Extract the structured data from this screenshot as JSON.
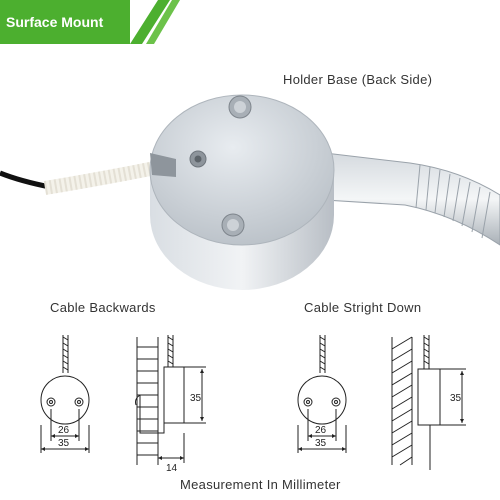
{
  "banner": {
    "title": "Surface Mount"
  },
  "labels": {
    "holder_base": "Holder Base (Back Side)",
    "cable_backwards": "Cable Backwards",
    "cable_down": "Cable Stright Down",
    "measurement": "Measurement In Millimeter"
  },
  "dimensions": {
    "left_hole_spacing": "26",
    "left_width": "35",
    "left_height": "35",
    "left_offset": "14",
    "right_hole_spacing": "26",
    "right_width": "35",
    "right_height": "35"
  },
  "colors": {
    "banner": "#4caf2f",
    "metal": "#c9cfd6",
    "line": "#222222"
  }
}
